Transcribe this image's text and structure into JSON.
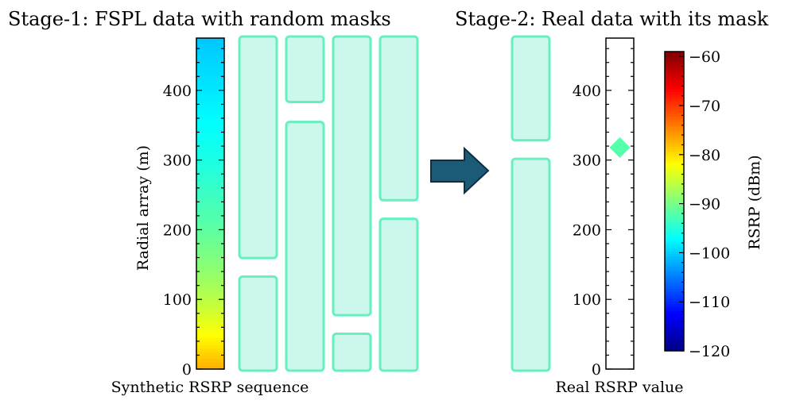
{
  "stage1_title": "Stage-1: FSPL data with random masks",
  "stage2_title": "Stage-2: Real data with its mask",
  "left_caption": "Synthetic RSRP sequence",
  "right_caption": "Real RSRP value",
  "colorbar_label": "RSRP (dBm)",
  "chart_data": [
    {
      "type": "heatmap",
      "panel": "stage-1",
      "ylabel": "Radial array (m)",
      "xlabel": "Synthetic RSRP sequence",
      "ylim": [
        0,
        475
      ],
      "yticks": [
        0,
        100,
        200,
        300,
        400
      ],
      "yticks_minor_step": 20,
      "synthetic_sequence": {
        "y_range_m": [
          0,
          475
        ],
        "rsrp_dbm_at_y": [
          [
            0,
            -77
          ],
          [
            50,
            -82
          ],
          [
            100,
            -86
          ],
          [
            150,
            -89
          ],
          [
            200,
            -91.5
          ],
          [
            250,
            -93.5
          ],
          [
            300,
            -95.5
          ],
          [
            350,
            -97
          ],
          [
            400,
            -98.5
          ],
          [
            475,
            -100.5
          ]
        ]
      },
      "masks": [
        {
          "sequence": 1,
          "segments": [
            [
              0,
              135
            ],
            [
              157,
              475
            ]
          ]
        },
        {
          "sequence": 2,
          "segments": [
            [
              0,
              357
            ],
            [
              381,
              475
            ]
          ]
        },
        {
          "sequence": 3,
          "segments": [
            [
              0,
              53
            ],
            [
              75,
              475
            ]
          ]
        },
        {
          "sequence": 4,
          "segments": [
            [
              0,
              218
            ],
            [
              240,
              475
            ]
          ]
        }
      ]
    },
    {
      "type": "scatter",
      "panel": "stage-2",
      "xlabel": "Real RSRP value",
      "ylim": [
        0,
        475
      ],
      "yticks": [
        0,
        100,
        200,
        300,
        400
      ],
      "yticks_minor_step": 20,
      "mask": {
        "segments": [
          [
            0,
            304
          ],
          [
            326,
            475
          ]
        ]
      },
      "points": [
        {
          "y": 318,
          "rsrp_dbm": -92
        }
      ]
    },
    {
      "type": "colorbar",
      "label": "RSRP (dBm)",
      "colormap": "jet",
      "range": [
        -120,
        -59
      ],
      "ticks": [
        -60,
        -70,
        -80,
        -90,
        -100,
        -110,
        -120
      ]
    }
  ],
  "colors": {
    "mask_fill": "#ccf7ec",
    "mask_stroke": "#66f0c0",
    "arrow_fill": "#1c5b78",
    "arrow_stroke": "#0b2f44",
    "point_fill": "#8af770"
  }
}
